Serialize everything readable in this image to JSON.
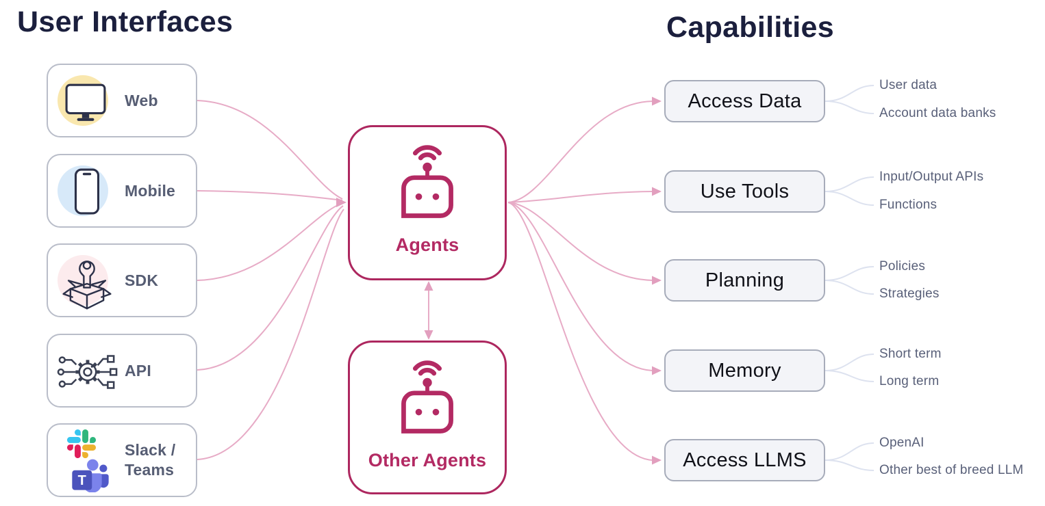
{
  "left": {
    "title": "User Interfaces",
    "items": [
      {
        "label": "Web",
        "icon": "monitor-icon",
        "icon_bg": "#f9e7ae"
      },
      {
        "label": "Mobile",
        "icon": "smartphone-icon",
        "icon_bg": "#d7e9f9"
      },
      {
        "label": "SDK",
        "icon": "open-box-wrench-icon",
        "icon_bg": "#fcebed"
      },
      {
        "label": "API",
        "icon": "gear-network-icon",
        "icon_bg": "#eef0f5"
      },
      {
        "label": "Slack / Teams",
        "icon": "slack-and-teams-logos",
        "icon_bg": ""
      }
    ]
  },
  "center": {
    "agents": {
      "label": "Agents",
      "icon": "robot-icon"
    },
    "other_agents": {
      "label": "Other Agents",
      "icon": "robot-icon"
    }
  },
  "right": {
    "title": "Capabilities",
    "items": [
      {
        "label": "Access Data",
        "details": [
          "User data",
          "Account data banks"
        ]
      },
      {
        "label": "Use Tools",
        "details": [
          "Input/Output APIs",
          "Functions"
        ]
      },
      {
        "label": "Planning",
        "details": [
          "Policies",
          "Strategies"
        ]
      },
      {
        "label": "Memory",
        "details": [
          "Short term",
          "Long term"
        ]
      },
      {
        "label": "Access LLMS",
        "details": [
          "OpenAI",
          "Other best of breed LLM"
        ]
      }
    ]
  },
  "colors": {
    "title_text": "#1b1f3d",
    "agent_accent": "#b32a63",
    "pink_connector": "#e7abc6",
    "gray_connector": "#dde2ef",
    "ui_box_border": "#b9bdc9",
    "cap_box_bg": "#f3f4f8",
    "cap_box_border": "#a7acba",
    "label_text": "#565d73",
    "slack_blue": "#36C5F0",
    "slack_green": "#2EB67D",
    "slack_red": "#E01E5A",
    "slack_yellow": "#ECB22E",
    "teams_purple": "#4B53BC"
  }
}
